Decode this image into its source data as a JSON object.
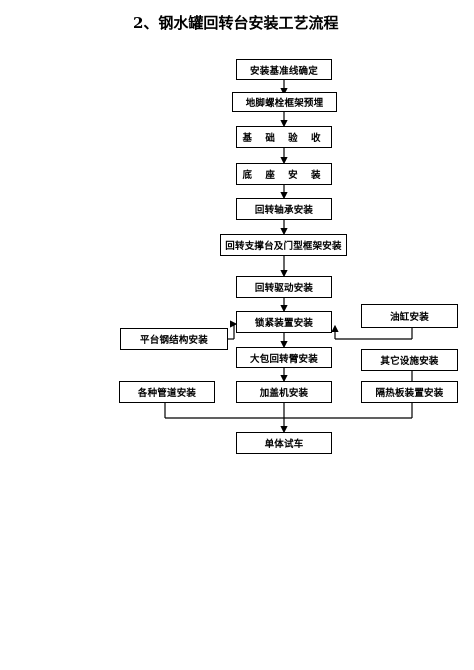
{
  "title": "2、钢水罐回转台安装工艺流程",
  "steps": {
    "s1": "安装基准线确定",
    "s2": "地脚螺栓框架预埋",
    "s3": "基 础 验 收",
    "s4": "底 座 安 装",
    "s5": "回转轴承安装",
    "s6": "回转支撑台及门型框架安装",
    "s7": "回转驱动安装",
    "s8": "锁紧装置安装",
    "s9": "大包回转臂安装",
    "s10": "加盖机安装",
    "s11": "单体试车"
  },
  "side": {
    "left1": "平台钢结构安装",
    "left2": "各种管道安装",
    "right1": "油缸安装",
    "right2": "其它设施安装",
    "right3": "隔热板装置安装"
  }
}
